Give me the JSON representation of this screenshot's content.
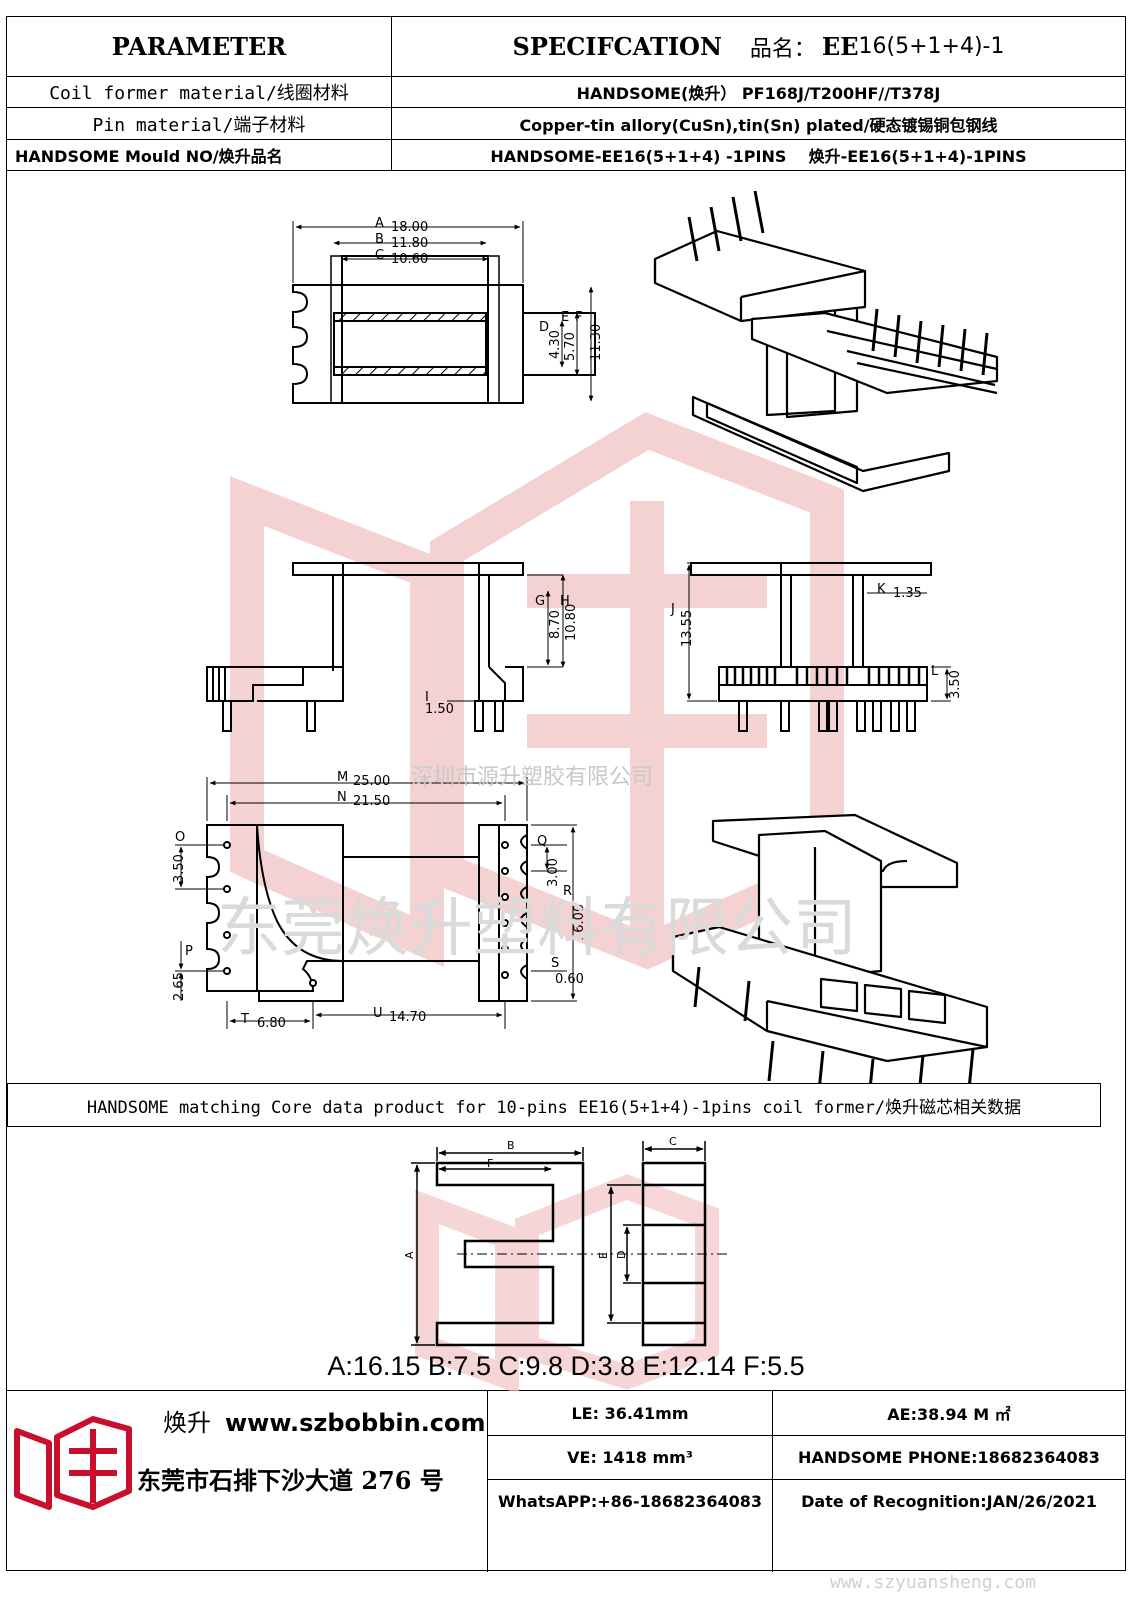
{
  "header": {
    "left_title": "PARAMETER",
    "spec_label": "SPECIFCATION",
    "name_label": "品名：",
    "model_bold": "EE",
    "model_rest": "16(5+1+4)-1"
  },
  "params": [
    {
      "label": "Coil former material/线圈材料",
      "value": "HANDSOME(焕升）  PF168J/T200HF//T378J"
    },
    {
      "label": "Pin material/端子材料",
      "value": "Copper-tin allory(CuSn),tin(Sn) plated/硬态镀锡铜包钢线"
    },
    {
      "label": "HANDSOME Mould NO/焕升品名",
      "value": "HANDSOME-EE16(5+1+4) -1PINS    焕升-EE16(5+1+4)-1PINS"
    }
  ],
  "drawing": {
    "top_view": {
      "A": "18.00",
      "B": "11.80",
      "C": "10.60",
      "D": "4.30",
      "E": "5.70",
      "F": "11.30"
    },
    "front_view": {
      "G": "8.70",
      "H": "10.80",
      "I": "1.50"
    },
    "side_view": {
      "J": "13.55",
      "K": "1.35",
      "L": "3.50"
    },
    "bottom_view": {
      "M": "25.00",
      "N": "21.50",
      "O": "3.50",
      "P": "2.65",
      "Q": "3.00",
      "R": "16.00",
      "S": "0.60",
      "T": "6.80",
      "U": "14.70"
    },
    "letters": {
      "A": "A",
      "B": "B",
      "C": "C",
      "D": "D",
      "E": "E",
      "F": "F",
      "G": "G",
      "H": "H",
      "I": "I",
      "J": "J",
      "K": "K",
      "L": "L",
      "M": "M",
      "N": "N",
      "O": "O",
      "P": "P",
      "Q": "Q",
      "R": "R",
      "S": "S",
      "T": "T",
      "U": "U"
    }
  },
  "watermarks": {
    "company1": "深圳市源升塑胶有限公司",
    "company2": "东莞焕升塑料有限公司",
    "url": "www.szyuansheng.com"
  },
  "core": {
    "caption": "HANDSOME matching Core data  product for 10-pins EE16(5+1+4)-1pins coil former/焕升磁芯相关数据",
    "letters": {
      "A": "A",
      "B": "B",
      "C": "C",
      "D": "D",
      "E": "E",
      "F": "F"
    },
    "values": "A:16.15 B:7.5 C:9.8 D:3.8 E:12.14 F:5.5"
  },
  "footer": {
    "brand": "焕升",
    "website": "www.szbobbin.com",
    "address": "东莞市石排下沙大道 276 号",
    "le": "LE: 36.41mm",
    "ae": "AE:38.94 M ㎡",
    "ve": "VE: 1418 mm³",
    "phone": "HANDSOME PHONE:18682364083",
    "whatsapp": "WhatsAPP:+86-18682364083",
    "date": "Date of Recognition:JAN/26/2021"
  },
  "colors": {
    "logo": "#c8102e",
    "watermark": "#e9a9a9"
  }
}
